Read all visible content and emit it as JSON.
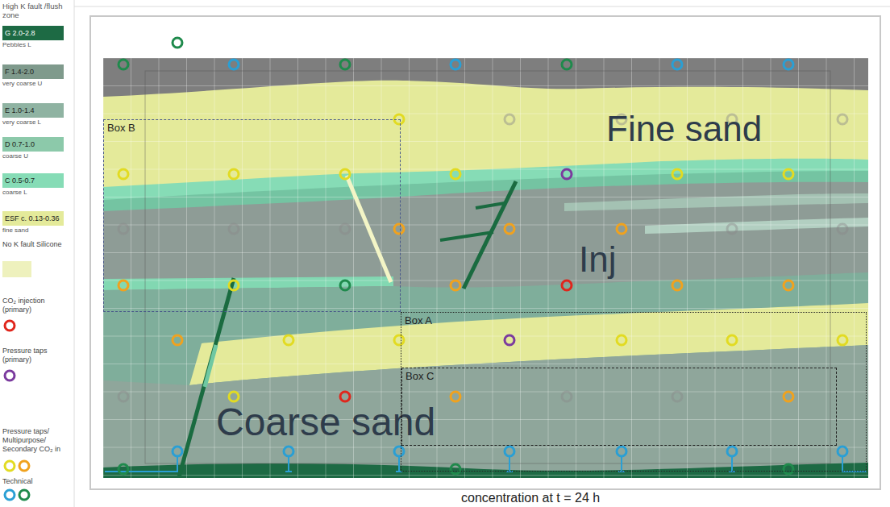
{
  "diagram": {
    "caption": "concentration at t = 24 h",
    "nodes": [
      {
        "text": [
          "Box B"
        ]
      },
      {
        "text": [
          "Box A"
        ]
      },
      {
        "text": [
          "Box C"
        ],
        "in": 1
      }
    ],
    "labels": [
      "High K fault /flush zone",
      "Pebbles L",
      "very coarse U",
      "very coarse L",
      "coarse U",
      "coarse L",
      "fine sand",
      "Fine sand",
      "Inj",
      "Coarse sand"
    ],
    "legend": [
      {
        "text": "G 2.0-2.8",
        "color": "#1d6a44"
      },
      {
        "text": "F 1.4-2.0",
        "color": "#7f9a8c"
      },
      {
        "text": "E 1.0-1.4",
        "color": "#8fb3a2"
      },
      {
        "text": "D 0.7-1.0",
        "color": "#8cc9aa"
      },
      {
        "text": "C 0.5-0.7",
        "color": "#86dcb6"
      },
      {
        "text": "ESF c. 0.13-0.36",
        "color": "#e4ea9a"
      },
      {
        "text": "No K fault Silicone",
        "color": "#eef1bd"
      },
      {
        "text": "CO₂ injection (primary)"
      },
      {
        "text": "Pressure taps (primary)"
      },
      {
        "text": "Pressure taps/ Multipurpose/ Secondary CO₂ in"
      },
      {
        "text": "Technical"
      }
    ]
  }
}
